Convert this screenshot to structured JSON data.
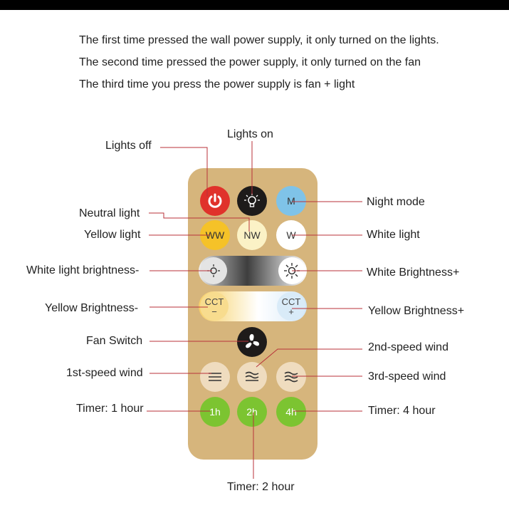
{
  "intro": {
    "line1": "The first time  pressed the wall power supply, it only turned on the lights.",
    "line2": "The second time pressed the power supply, it only turned on the fan",
    "line3": "The third time you press the power supply is fan + light"
  },
  "labels": {
    "lights_off": "Lights off",
    "lights_on": "Lights on",
    "night_mode": "Night mode",
    "neutral_light": "Neutral light",
    "yellow_light": "Yellow light",
    "white_light": "White light",
    "white_brightness_minus": "White light brightness-",
    "white_brightness_plus": "White Brightness+",
    "yellow_brightness_minus": "Yellow Brightness-",
    "yellow_brightness_plus": "Yellow Brightness+",
    "fan_switch": "Fan Switch",
    "speed2": "2nd-speed wind",
    "speed1": "1st-speed wind",
    "speed3": "3rd-speed wind",
    "timer1": "Timer: 1 hour",
    "timer4": "Timer: 4 hour",
    "timer2": "Timer: 2 hour"
  },
  "buttons": {
    "m": "M",
    "ww": "WW",
    "nw": "NW",
    "w": "W",
    "cct_minus_top": "CCT",
    "cct_minus_bottom": "−",
    "cct_plus_top": "CCT",
    "cct_plus_bottom": "+",
    "t1": "1h",
    "t2": "2h",
    "t4": "4h"
  },
  "colors": {
    "remote_body": "#d6b57c",
    "power_red": "#e0322b",
    "lights_on_black": "#1e1b1a",
    "night_blue": "#7fc3e8",
    "yellow": "#f5c228",
    "neutral": "#fbf2c6",
    "speed_beige": "#efdcbf",
    "timer_green": "#7cc431",
    "leader_line": "#b8323a"
  },
  "icons": {
    "power": "power-icon",
    "lights_on": "light-bulb-icon",
    "sun_dim": "sun-dim-icon",
    "sun_bright": "sun-bright-icon",
    "fan": "fan-icon",
    "wind1": "wind-1-icon",
    "wind2": "wind-2-icon",
    "wind3": "wind-3-icon"
  }
}
